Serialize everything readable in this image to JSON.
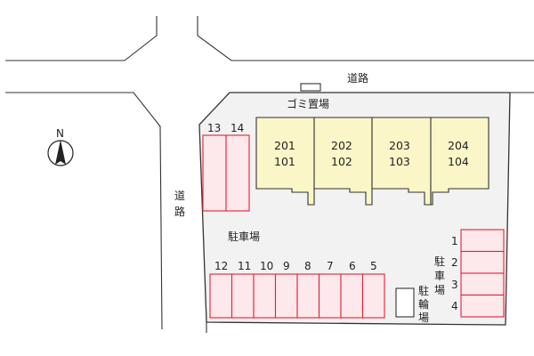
{
  "labels": {
    "road_top": "道路",
    "road_left_1": "道",
    "road_left_2": "路",
    "garbage": "ゴミ置場",
    "parking_main": "駐車場",
    "parking_side_1": "駐",
    "parking_side_2": "車",
    "parking_side_3": "場",
    "bicycle_1": "駐",
    "bicycle_2": "輪",
    "bicycle_3": "場",
    "compass_north": "N"
  },
  "buildings": [
    {
      "upper": "201",
      "lower": "101"
    },
    {
      "upper": "202",
      "lower": "102"
    },
    {
      "upper": "203",
      "lower": "103"
    },
    {
      "upper": "204",
      "lower": "104"
    }
  ],
  "parking_top_left": [
    "13",
    "14"
  ],
  "parking_bottom": [
    "12",
    "11",
    "10",
    "9",
    "8",
    "7",
    "6",
    "5"
  ],
  "parking_right": [
    "1",
    "2",
    "3",
    "4"
  ],
  "colors": {
    "building_fill": "#fbf6c8",
    "parking_stroke": "#e0223a",
    "parking_fill": "#fde8ec",
    "lot_fill": "#f2f2f2"
  }
}
